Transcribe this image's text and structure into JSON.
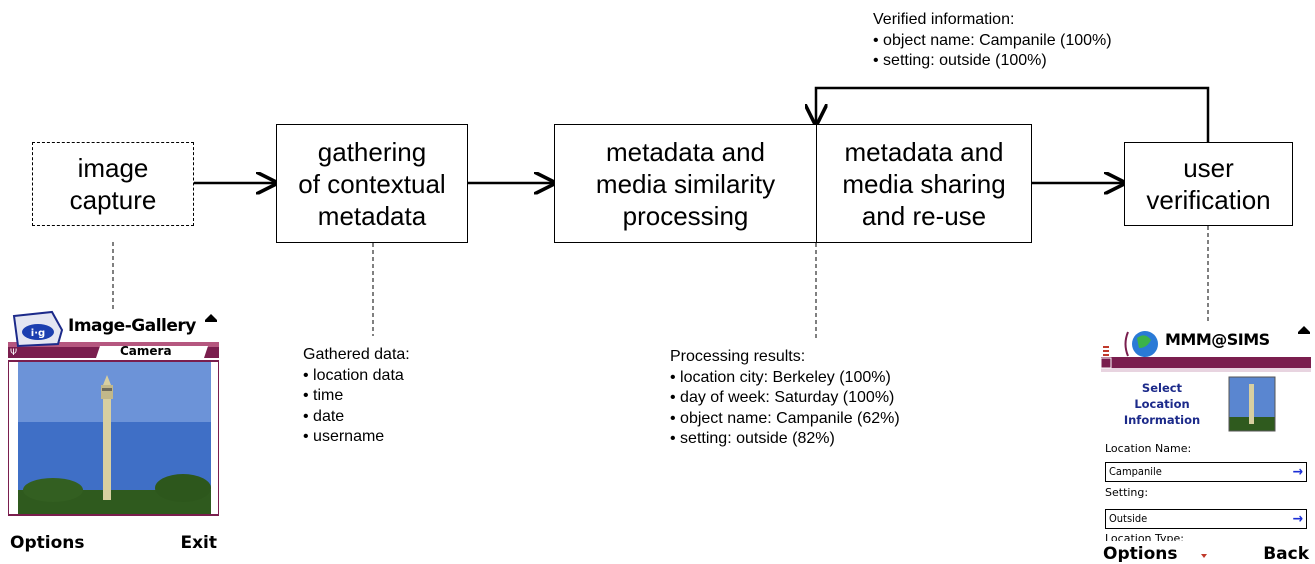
{
  "boxes": {
    "image_capture": "image\ncapture",
    "gathering": "gathering\nof contextual\nmetadata",
    "similarity": "metadata and\nmedia similarity\nprocessing",
    "sharing": "metadata and\nmedia sharing\nand re-use",
    "verification": "user\nverification"
  },
  "verified_info": {
    "title": "Verified information:",
    "items": [
      "• object name: Campanile (100%)",
      "• setting: outside (100%)"
    ]
  },
  "gathered_data": {
    "title": "Gathered data:",
    "items": [
      "• location data",
      "• time",
      "• date",
      "• username"
    ]
  },
  "processing_results": {
    "title": "Processing  results:",
    "items": [
      "• location city: Berkeley (100%)",
      "• day of week: Saturday (100%)",
      "• object name: Campanile (62%)",
      "• setting: outside (82%)"
    ]
  },
  "phone_left": {
    "app_title": "Image-Gallery",
    "logo_text": "i·g",
    "tab": "Camera",
    "soft_left": "Options",
    "soft_right": "Exit"
  },
  "phone_right": {
    "app_title": "MMM@SIMS",
    "heading": "Select\nLocation\nInformation",
    "location_name_label": "Location Name:",
    "location_name_value": "Campanile",
    "setting_label": "Setting:",
    "setting_value": "Outside",
    "location_type_label": "Location Type:",
    "soft_left": "Options",
    "soft_right": "Back"
  },
  "colors": {
    "phone_band": "#7a1e4e",
    "sky": "#3f6fc6",
    "tower": "#d8cfa0",
    "trees": "#2f5a1e",
    "select_blue": "#1b2fd6"
  }
}
